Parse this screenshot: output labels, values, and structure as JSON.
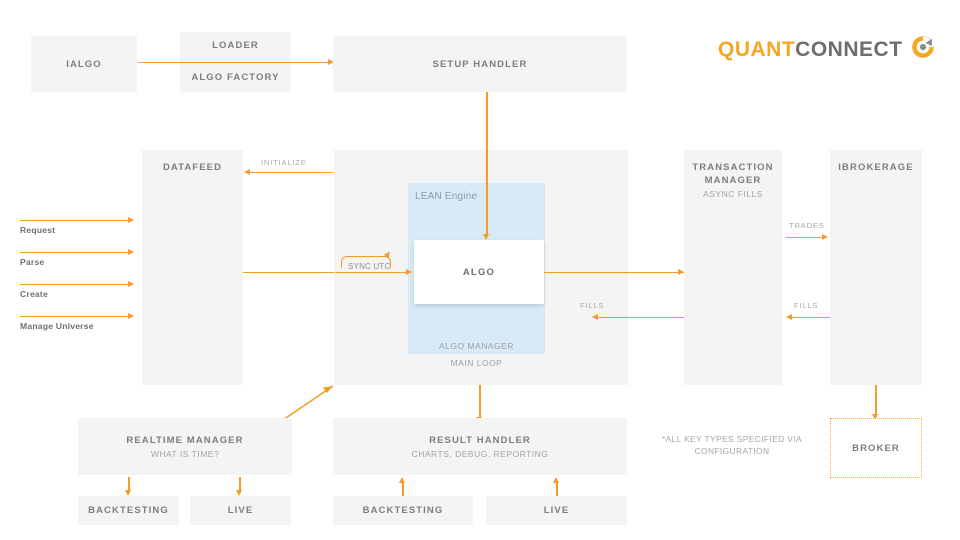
{
  "brand": {
    "name_part1": "QUANT",
    "name_part2": "CONNECT",
    "color_orange": "#f5a623",
    "color_gray": "#6d6e70"
  },
  "theme": {
    "box_fill": "#f4f4f4",
    "arrow": "#f39c2b",
    "lean_fill": "#d8eaf8",
    "title_text": "#7d7d7d",
    "sub_text": "#a3a3a3"
  },
  "nodes": {
    "ialgo": {
      "title": "IALGO"
    },
    "loader": {
      "title": "LOADER"
    },
    "algo_factory": {
      "title": "ALGO FACTORY"
    },
    "setup_handler": {
      "title": "SETUP HANDLER"
    },
    "datafeed": {
      "title": "DATAFEED"
    },
    "lean_engine": {
      "title": "LEAN Engine"
    },
    "algo": {
      "title": "ALGO"
    },
    "algo_manager": {
      "title": "ALGO MANAGER"
    },
    "main_loop": {
      "title": "MAIN LOOP"
    },
    "transaction_manager": {
      "title": "TRANSACTION\nMANAGER",
      "subtitle": "ASYNC FILLS"
    },
    "ibrokerage": {
      "title": "IBROKERAGE"
    },
    "broker": {
      "title": "BROKER"
    },
    "realtime_manager": {
      "title": "REALTIME MANAGER",
      "subtitle": "WHAT IS TIME?"
    },
    "result_handler": {
      "title": "RESULT HANDLER",
      "subtitle": "CHARTS, DEBUG, REPORTING"
    },
    "rt_backtesting": {
      "title": "BACKTESTING"
    },
    "rt_live": {
      "title": "LIVE"
    },
    "rh_backtesting": {
      "title": "BACKTESTING"
    },
    "rh_live": {
      "title": "LIVE"
    }
  },
  "edges": {
    "initialize": "INITIALIZE",
    "sync_utc": "SYNC UTC",
    "trades": "TRADES",
    "fills_right": "FILLS",
    "fills_mid": "FILLS"
  },
  "datafeed_inputs": [
    {
      "label": "Request"
    },
    {
      "label": "Parse"
    },
    {
      "label": "Create"
    },
    {
      "label": "Manage Universe"
    }
  ],
  "footnote": "*ALL KEY TYPES SPECIFIED VIA\nCONFIGURATION"
}
